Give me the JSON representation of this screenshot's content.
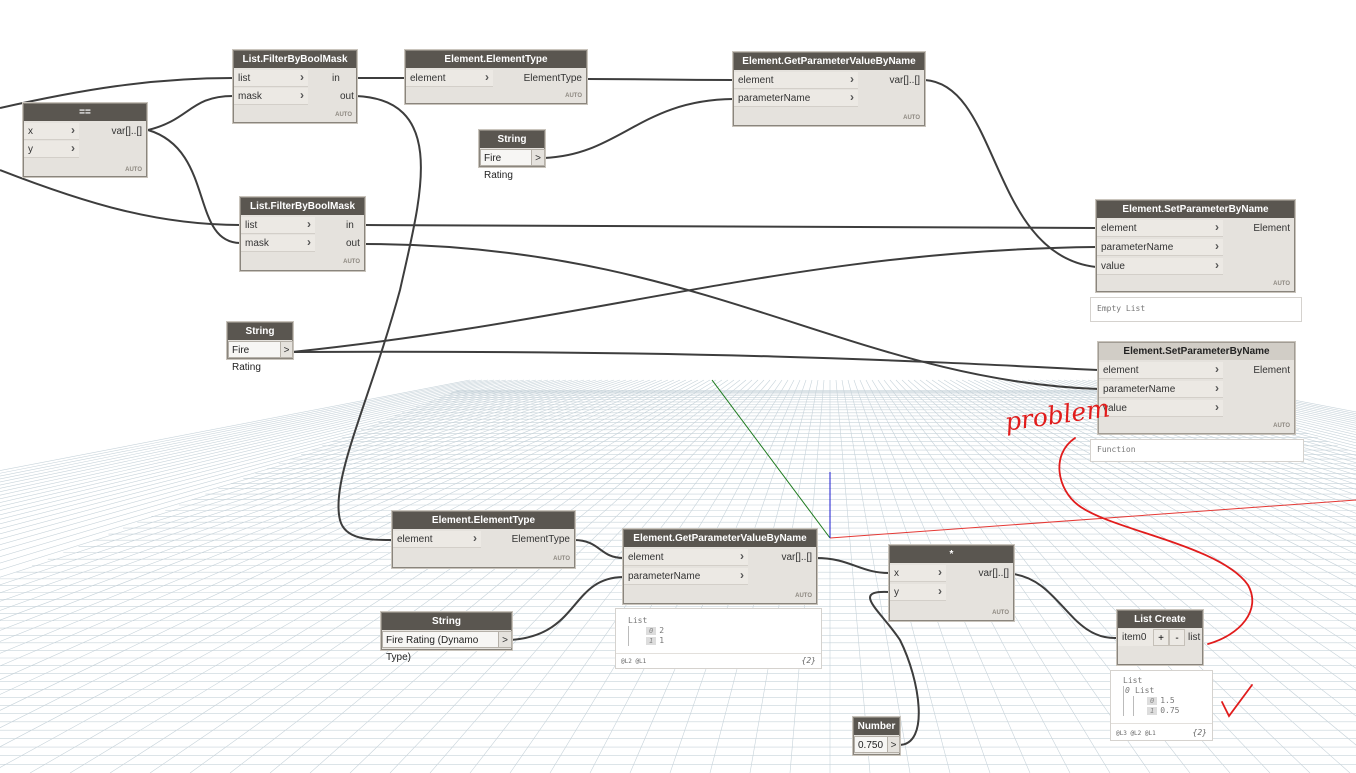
{
  "nodes": {
    "eq": {
      "title": "==",
      "inputs": [
        "x",
        "y"
      ],
      "output": "var[]..[]",
      "lacing": "AUTO"
    },
    "filter1": {
      "title": "List.FilterByBoolMask",
      "inputs": [
        "list",
        "mask"
      ],
      "outputs": [
        "in",
        "out"
      ],
      "lacing": "AUTO"
    },
    "filter2": {
      "title": "List.FilterByBoolMask",
      "inputs": [
        "list",
        "mask"
      ],
      "outputs": [
        "in",
        "out"
      ],
      "lacing": "AUTO"
    },
    "elemtype1": {
      "title": "Element.ElementType",
      "inputs": [
        "element"
      ],
      "output": "ElementType",
      "lacing": "AUTO"
    },
    "getparam1": {
      "title": "Element.GetParameterValueByName",
      "inputs": [
        "element",
        "parameterName"
      ],
      "output": "var[]..[]",
      "lacing": "AUTO"
    },
    "string1": {
      "title": "String",
      "value": "Fire Rating",
      "port": ">"
    },
    "setparam1": {
      "title": "Element.SetParameterByName",
      "inputs": [
        "element",
        "parameterName",
        "value"
      ],
      "output": "Element",
      "lacing": "AUTO",
      "preview": "Empty List"
    },
    "string2": {
      "title": "String",
      "value": "Fire Rating",
      "port": ">"
    },
    "setparam2": {
      "title": "Element.SetParameterByName",
      "inputs": [
        "element",
        "parameterName",
        "value"
      ],
      "output": "Element",
      "lacing": "AUTO",
      "preview": "Function"
    },
    "elemtype2": {
      "title": "Element.ElementType",
      "inputs": [
        "element"
      ],
      "output": "ElementType",
      "lacing": "AUTO"
    },
    "getparam2": {
      "title": "Element.GetParameterValueByName",
      "inputs": [
        "element",
        "parameterName"
      ],
      "output": "var[]..[]",
      "lacing": "AUTO",
      "preview": {
        "header": "List",
        "items": [
          {
            "index": "0",
            "value": "2"
          },
          {
            "index": "1",
            "value": "1"
          }
        ],
        "levels": "@L2 @L1",
        "count": "{2}"
      }
    },
    "string3": {
      "title": "String",
      "value": "Fire Rating (Dynamo Type)",
      "port": ">"
    },
    "multiply": {
      "title": "*",
      "inputs": [
        "x",
        "y"
      ],
      "output": "var[]..[]",
      "lacing": "AUTO"
    },
    "listcreate": {
      "title": "List Create",
      "input": "item0",
      "plus": "+",
      "minus": "-",
      "output": "list",
      "preview": {
        "header": "List",
        "subheader": "List",
        "outer_index": "0",
        "items": [
          {
            "index": "0",
            "value": "1.5"
          },
          {
            "index": "1",
            "value": "0.75"
          }
        ],
        "levels": "@L3 @L2 @L1",
        "count": "{2}"
      }
    },
    "number": {
      "title": "Number",
      "value": "0.750",
      "port": ">"
    }
  },
  "annotations": {
    "problem": "problem"
  },
  "colors": {
    "header": "#5a5650",
    "wire": "#3d3d3d",
    "annotation": "#e11c1c",
    "grid": "#c7d3da",
    "x_axis": "#e53935",
    "y_axis": "#1e7a1e",
    "z_axis": "#1a1ad0"
  }
}
